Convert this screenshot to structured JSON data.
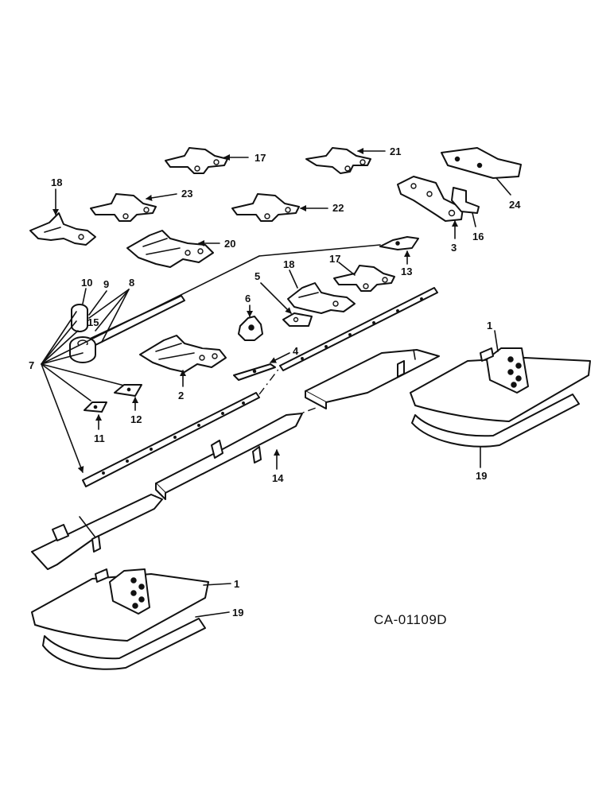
{
  "drawing_code": "CA-01109D",
  "callouts": {
    "c1a": "1",
    "c1b": "1",
    "c2": "2",
    "c3": "3",
    "c4": "4",
    "c5": "5",
    "c6": "6",
    "c7": "7",
    "c8": "8",
    "c9": "9",
    "c10": "10",
    "c11": "11",
    "c12": "12",
    "c13": "13",
    "c14": "14",
    "c15": "15",
    "c16": "16",
    "c17a": "17",
    "c17b": "17",
    "c18a": "18",
    "c18b": "18",
    "c19a": "19",
    "c19b": "19",
    "c20": "20",
    "c21": "21",
    "c22": "22",
    "c23": "23",
    "c24": "24"
  }
}
